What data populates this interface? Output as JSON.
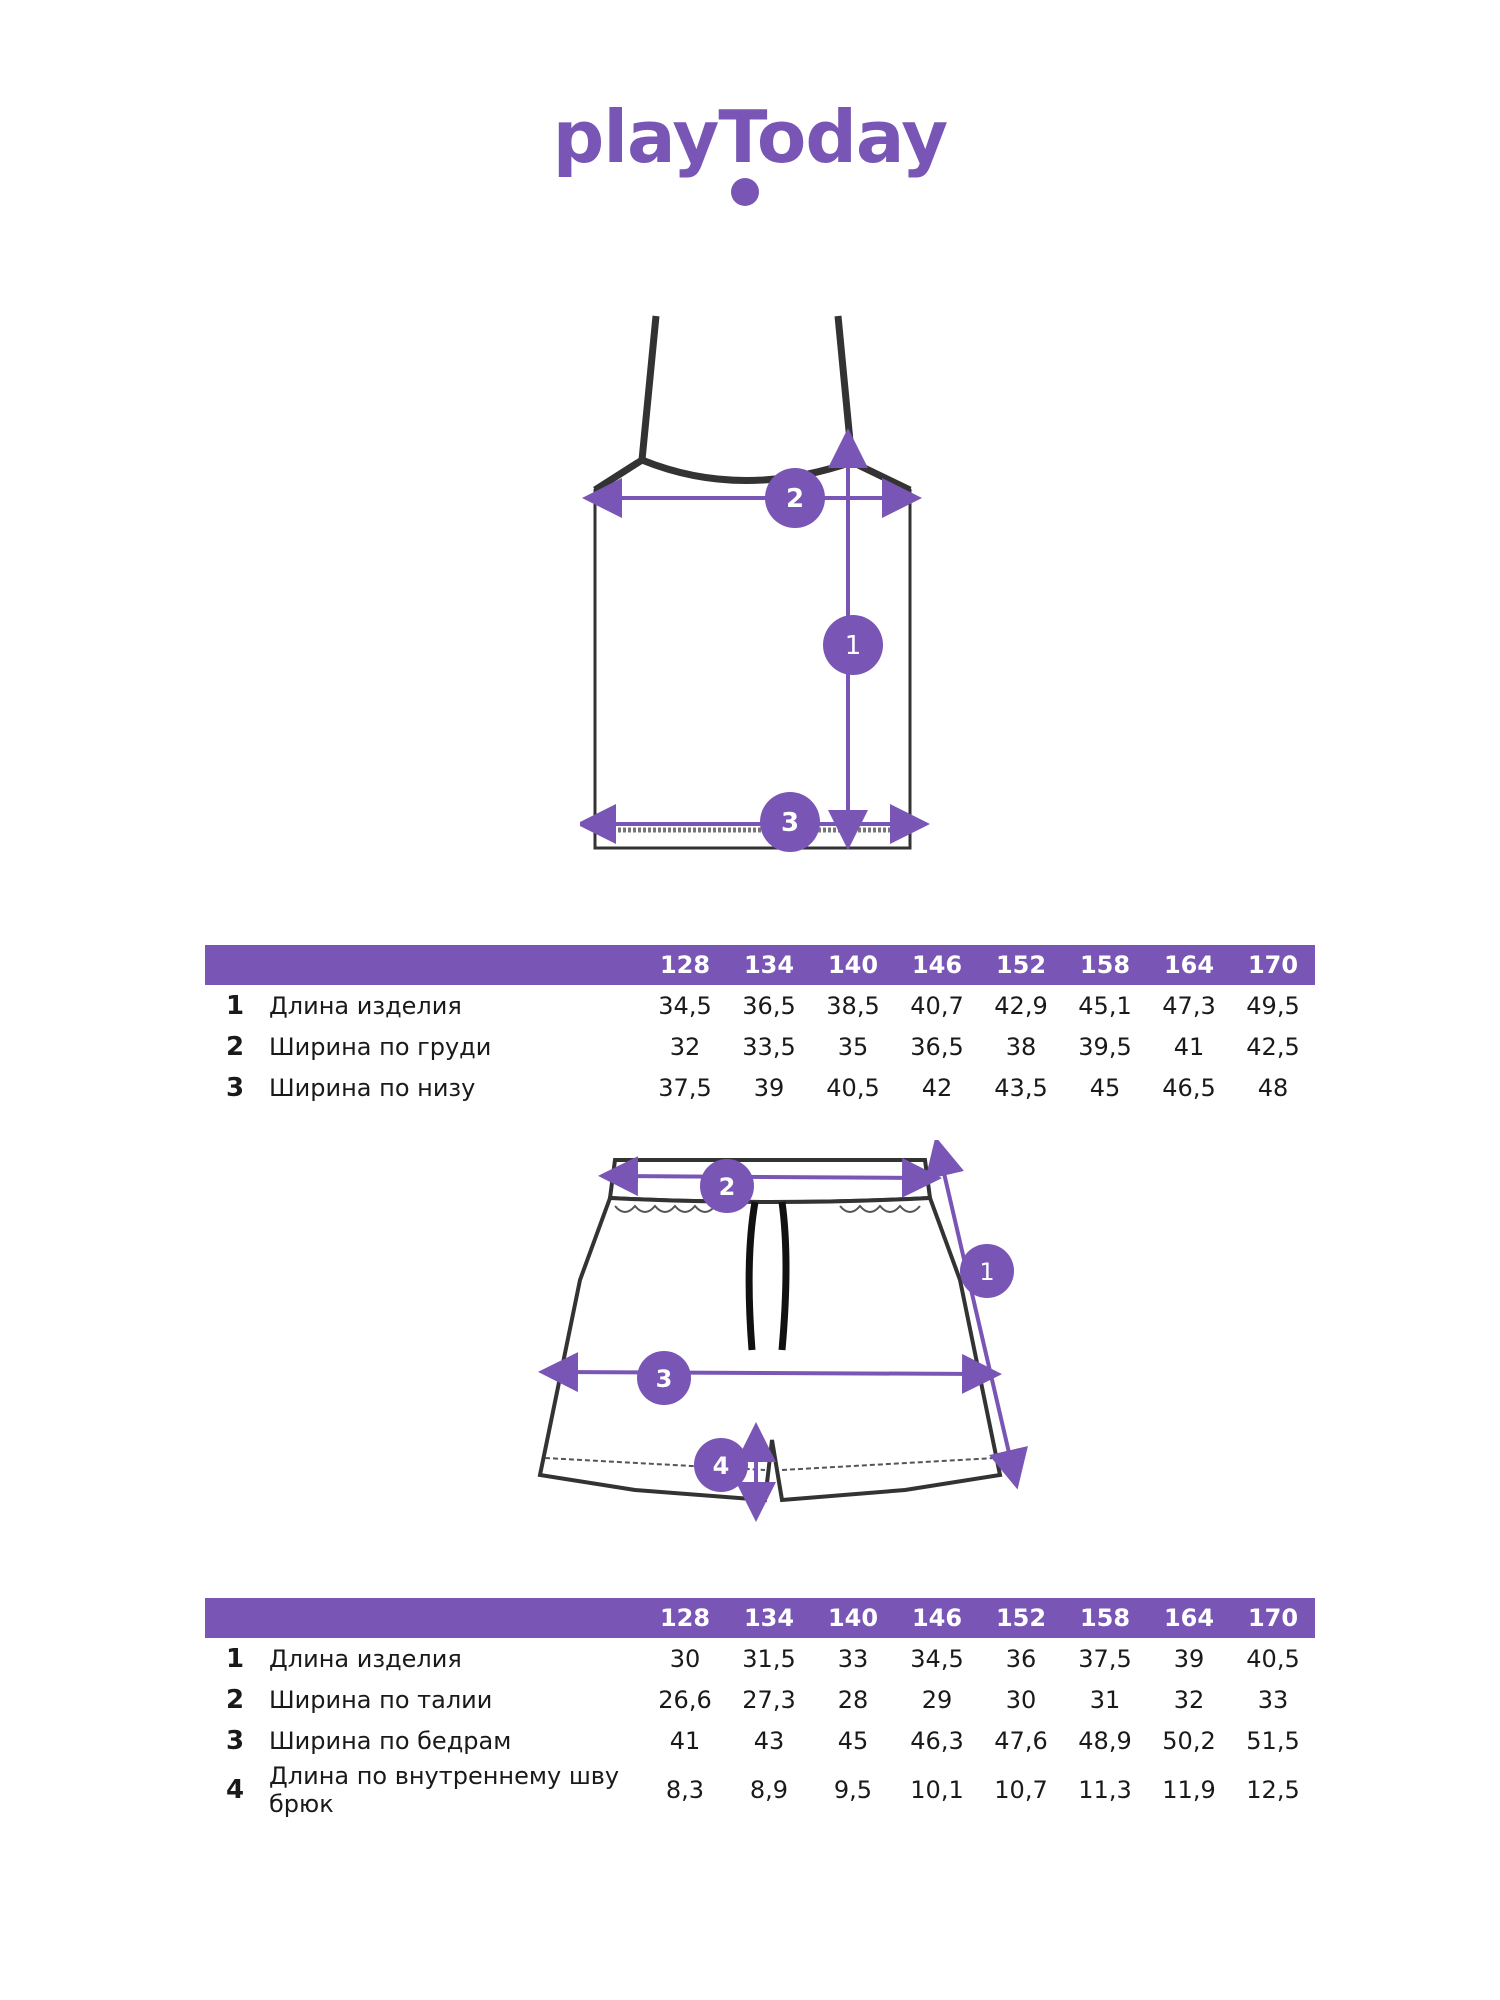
{
  "brand": {
    "logo_text": "playToday",
    "color": "#7956b5"
  },
  "sizes": [
    "128",
    "134",
    "140",
    "146",
    "152",
    "158",
    "164",
    "170"
  ],
  "top_table": {
    "rows": [
      {
        "num": "1",
        "label": "Длина изделия",
        "values": [
          "34,5",
          "36,5",
          "38,5",
          "40,7",
          "42,9",
          "45,1",
          "47,3",
          "49,5"
        ]
      },
      {
        "num": "2",
        "label": "Ширина по груди",
        "values": [
          "32",
          "33,5",
          "35",
          "36,5",
          "38",
          "39,5",
          "41",
          "42,5"
        ]
      },
      {
        "num": "3",
        "label": "Ширина по низу",
        "values": [
          "37,5",
          "39",
          "40,5",
          "42",
          "43,5",
          "45",
          "46,5",
          "48"
        ]
      }
    ]
  },
  "shorts_table": {
    "rows": [
      {
        "num": "1",
        "label": "Длина изделия",
        "values": [
          "30",
          "31,5",
          "33",
          "34,5",
          "36",
          "37,5",
          "39",
          "40,5"
        ]
      },
      {
        "num": "2",
        "label": "Ширина по талии",
        "values": [
          "26,6",
          "27,3",
          "28",
          "29",
          "30",
          "31",
          "32",
          "33"
        ]
      },
      {
        "num": "3",
        "label": "Ширина по бедрам",
        "values": [
          "41",
          "43",
          "45",
          "46,3",
          "47,6",
          "48,9",
          "50,2",
          "51,5"
        ]
      },
      {
        "num": "4",
        "label": "Длина по внутреннему шву брюк",
        "values": [
          "8,3",
          "8,9",
          "9,5",
          "10,1",
          "10,7",
          "11,3",
          "11,9",
          "12,5"
        ]
      }
    ]
  },
  "top_markers": [
    "1",
    "2",
    "3"
  ],
  "shorts_markers": [
    "1",
    "2",
    "3",
    "4"
  ]
}
